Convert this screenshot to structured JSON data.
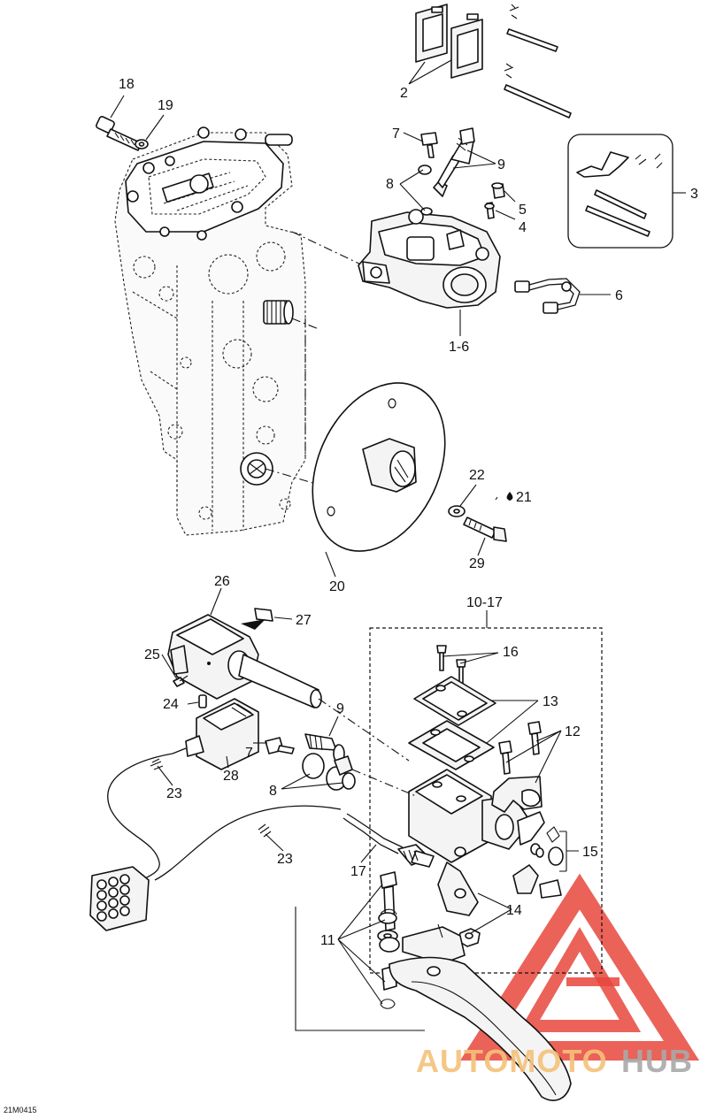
{
  "diagram_code": "21M0415",
  "watermark": {
    "text_a": "AUTOMOTO",
    "text_b": "HUB",
    "color_a": "#f5c27a",
    "color_b": "#a9a9a9",
    "logo_color": "#e8463c"
  },
  "callouts": {
    "c2": "2",
    "c3": "3",
    "c4": "4",
    "c5": "5",
    "c6": "6",
    "c1_6": "1-6",
    "c7a": "7",
    "c8a": "8",
    "c9a": "9",
    "c18": "18",
    "c19": "19",
    "c20": "20",
    "c21": "21",
    "c22": "22",
    "c29": "29",
    "c10_17": "10-17",
    "c16": "16",
    "c13": "13",
    "c12": "12",
    "c15": "15",
    "c14": "14",
    "c11": "11",
    "c17": "17",
    "c26": "26",
    "c27": "27",
    "c25": "25",
    "c24": "24",
    "c9b": "9",
    "c7b": "7",
    "c8b": "8",
    "c28": "28",
    "c23a": "23",
    "c23b": "23"
  }
}
